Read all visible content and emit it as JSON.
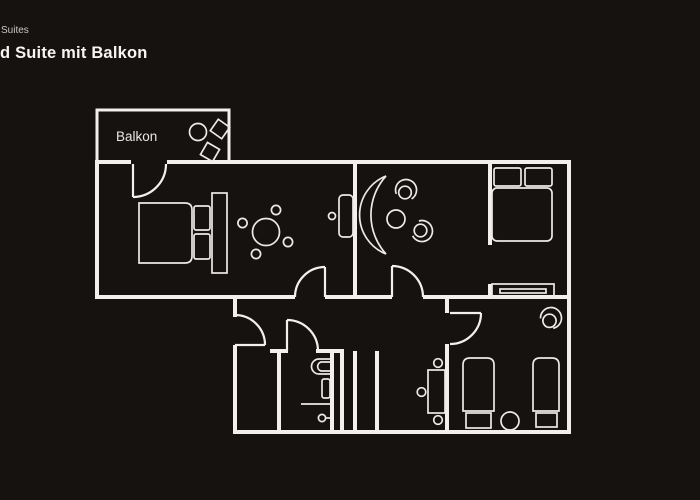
{
  "header": {
    "category_label": "Suites",
    "title": "d Suite mit Balkon"
  },
  "floorplan": {
    "balcony_label": "Balkon"
  },
  "colors": {
    "background": "#151210",
    "wall": "#f2f0ee",
    "furniture": "#eceae7",
    "heading_text": "#f7f6f5",
    "muted_text": "#c9c7c4"
  }
}
